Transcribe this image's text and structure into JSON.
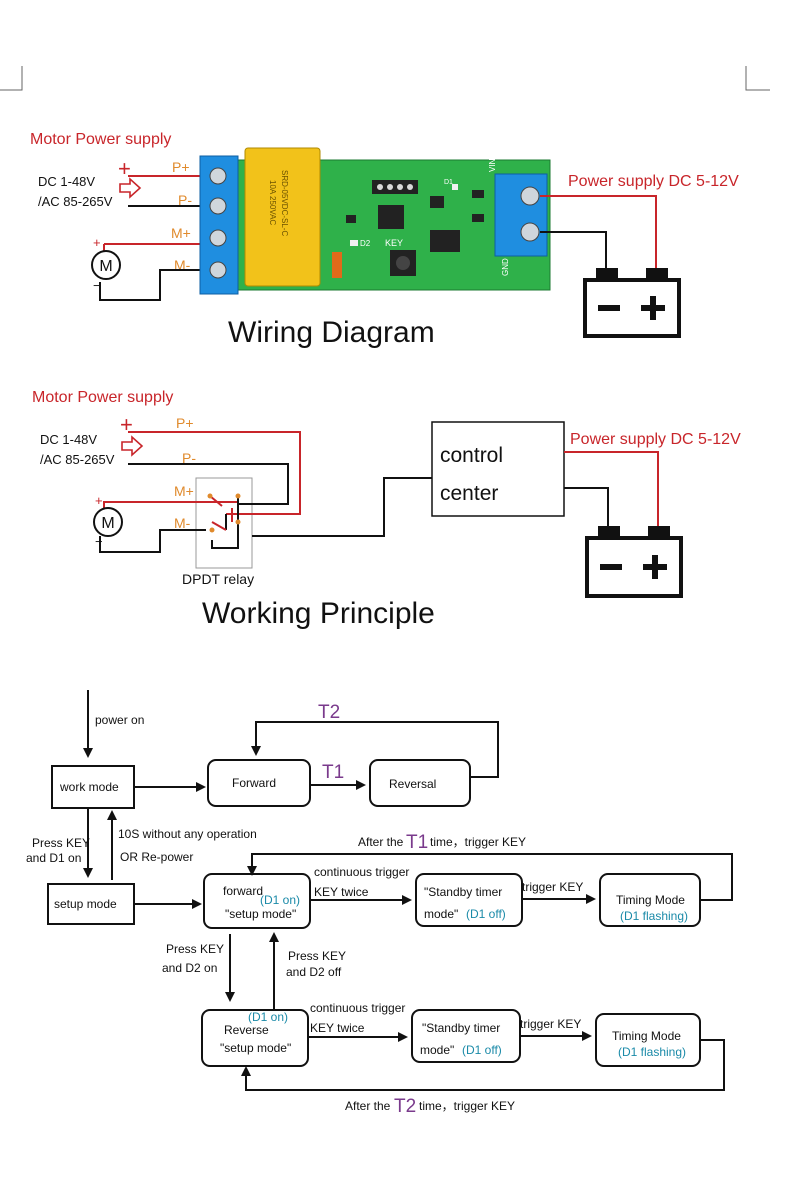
{
  "colors": {
    "red": "#c8252a",
    "orange": "#e08a2c",
    "pcb_green": "#2fb14a",
    "terminal_blue": "#1f8ee0",
    "relay_yellow": "#f2c21a",
    "teal": "#1a8aa8",
    "purple": "#7a3a8c",
    "black": "#111111"
  },
  "wiring": {
    "motor_supply_label": "Motor Power supply",
    "dc_range": "DC 1-48V",
    "ac_range": "/AC 85-265V",
    "p_plus": "P+",
    "p_minus": "P-",
    "m_plus": "M+",
    "m_minus": "M-",
    "plus_sign": "+",
    "minus_sign": "−",
    "motor_letter": "M",
    "power_label": "Power supply DC 5-12V",
    "key_label": "KEY",
    "vin_label": "VIN",
    "gnd_label": "GND",
    "d1_label": "D1",
    "d2_label": "D2",
    "relay_text_1": "SRD-05VDC-SL-C",
    "relay_text_2": "10A 250VAC",
    "title": "Wiring Diagram"
  },
  "principle": {
    "motor_supply_label": "Motor Power supply",
    "dc_range": "DC 1-48V",
    "ac_range": "/AC 85-265V",
    "p_plus": "P+",
    "p_minus": "P-",
    "m_plus": "M+",
    "m_minus": "M-",
    "plus_sign": "+",
    "minus_sign": "−",
    "motor_letter": "M",
    "control_line1": "control",
    "control_line2": "center",
    "power_label": "Power supply DC 5-12V",
    "relay_label": "DPDT relay",
    "title": "Working Principle"
  },
  "flow": {
    "power_on": "power on",
    "work_mode": "work mode",
    "forward": "Forward",
    "reversal": "Reversal",
    "t1": "T1",
    "t2": "T2",
    "press_key_d1_l1": "Press KEY",
    "press_key_d1_l2": "and D1 on",
    "no_op_l1": "10S without any operation",
    "no_op_l2": "OR Re-power",
    "setup_mode": "setup mode",
    "forward_setup_l1": "forward",
    "d1_on": "(D1 on)",
    "setup_mode_quoted": "\"setup mode\"",
    "continuous_trigger": "continuous trigger",
    "key_twice": "KEY twice",
    "standby_l1": "\"Standby timer",
    "standby_l2": "mode\"",
    "d1_off": "(D1 off)",
    "trigger_key": "trigger KEY",
    "timing_mode": "Timing Mode",
    "d1_flashing": "(D1 flashing)",
    "after_the": "After the",
    "time_trigger_key": "time，trigger KEY",
    "press_key_d2_on_l1": "Press KEY",
    "press_key_d2_on_l2": "and D2 on",
    "press_key_d2_off_l1": "Press KEY",
    "press_key_d2_off_l2": "and D2 off",
    "reverse": "Reverse"
  }
}
